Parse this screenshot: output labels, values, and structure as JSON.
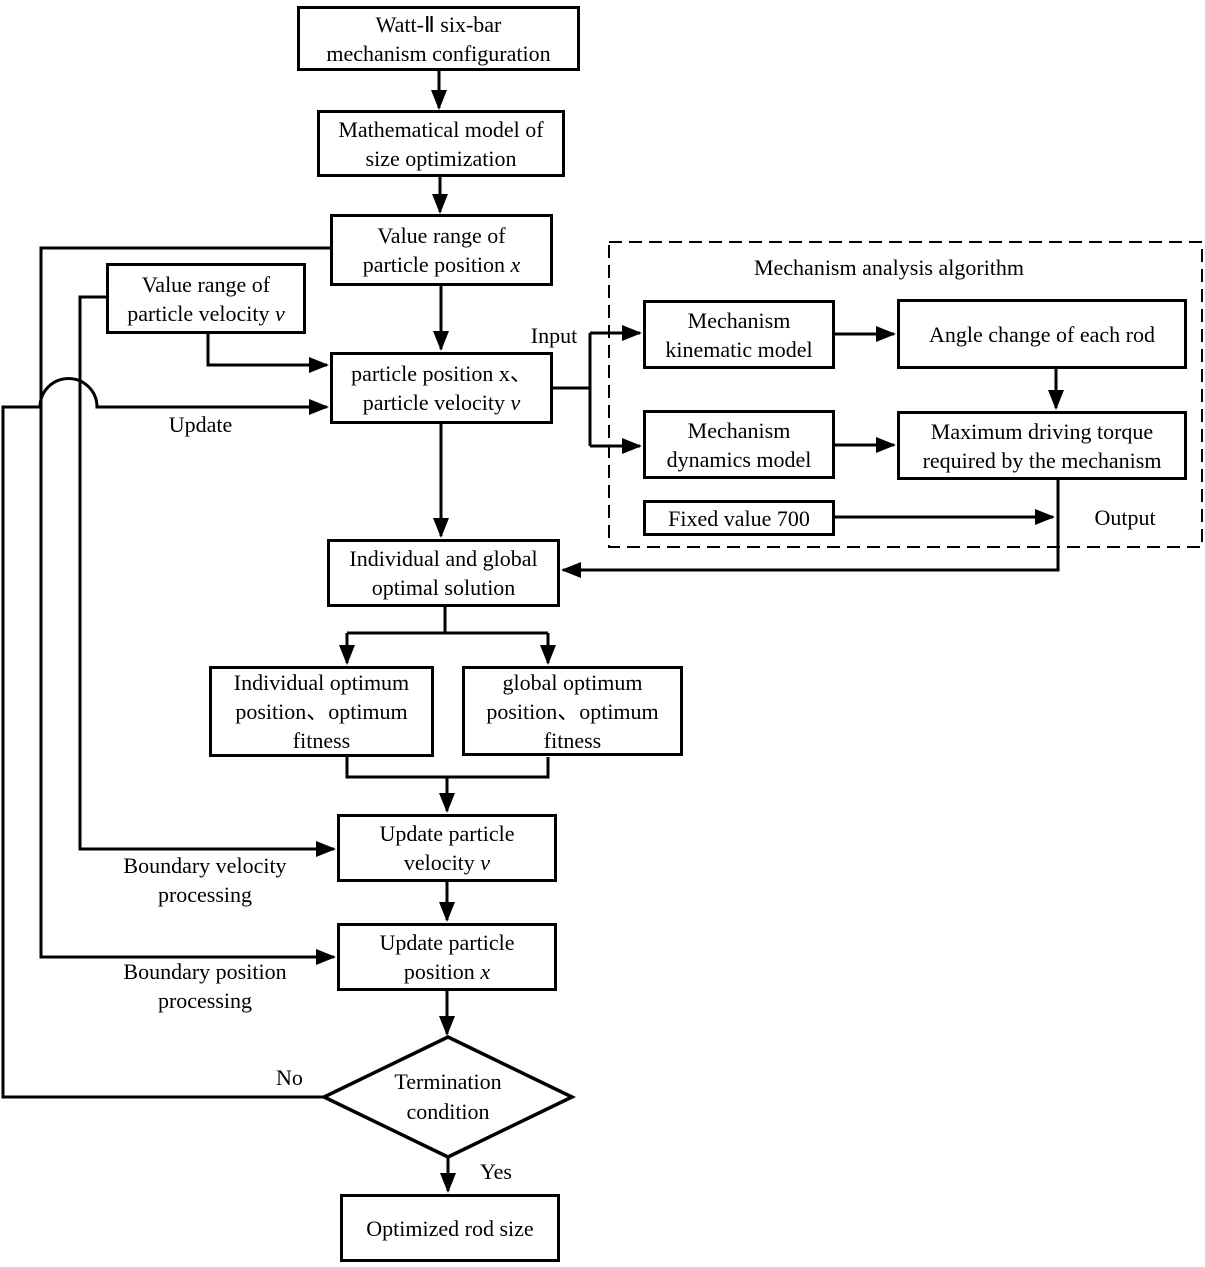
{
  "diagram": {
    "boxes": {
      "watt": {
        "l1": "Watt-Ⅱ  six-bar",
        "l2": "mechanism configuration"
      },
      "math_model": {
        "l1": "Mathematical model of",
        "l2": "size optimization"
      },
      "range_x": {
        "l1": "Value range of",
        "l2pre": "particle position ",
        "l2it": "x"
      },
      "range_v": {
        "l1": "Value range of",
        "l2pre": "particle velocity ",
        "l2it": "v"
      },
      "particle": {
        "l1": "particle position x、",
        "l2pre": "particle velocity ",
        "l2it": "v"
      },
      "kinematic": {
        "l1": "Mechanism",
        "l2": "kinematic model"
      },
      "angle": {
        "l1": "Angle change of each rod"
      },
      "dynamics": {
        "l1": "Mechanism",
        "l2": "dynamics model"
      },
      "torque": {
        "l1": "Maximum driving torque",
        "l2": "required by the mechanism"
      },
      "fixed": {
        "l1": "Fixed value 700"
      },
      "optimal": {
        "l1": "Individual and global",
        "l2": "optimal solution"
      },
      "individual": {
        "l1": "Individual optimum",
        "l2": "position、optimum",
        "l3": "fitness"
      },
      "global_opt": {
        "l1": "global optimum",
        "l2": "position、optimum",
        "l3": "fitness"
      },
      "update_v": {
        "l1": "Update particle",
        "l2pre": "velocity ",
        "l2it": "v"
      },
      "update_x": {
        "l1": "Update particle",
        "l2pre": "position ",
        "l2it": "x"
      },
      "termination": {
        "l1": "Termination",
        "l2": "condition"
      },
      "result": {
        "l1": "Optimized rod size"
      }
    },
    "labels": {
      "algorithm_title": "Mechanism analysis algorithm",
      "input": "Input",
      "output": "Output",
      "update": "Update",
      "no": "No",
      "yes": "Yes",
      "boundary_velocity": {
        "l1": "Boundary velocity",
        "l2": "processing"
      },
      "boundary_position": {
        "l1": "Boundary position",
        "l2": "processing"
      }
    },
    "colors": {
      "line": "#000000",
      "background": "#ffffff"
    }
  }
}
